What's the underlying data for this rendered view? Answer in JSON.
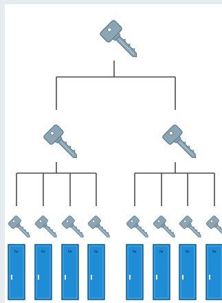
{
  "diagram": {
    "type": "master-key-hierarchy",
    "levels": [
      {
        "level": "grand-master",
        "count": 1
      },
      {
        "level": "master",
        "count": 2
      },
      {
        "level": "individual",
        "count": 8
      }
    ],
    "door_labels": [
      "Nr",
      "Nr",
      "Nr",
      "Nr",
      "Nr",
      "Nr",
      "Nr",
      "Nr"
    ],
    "colors": {
      "key_fill": "#8aa6b5",
      "key_stroke": "#5a7888",
      "line": "#4a4a4a",
      "door_fill": "#1f8dd6",
      "door_stroke": "#0b5f99",
      "background": "#e6ebef"
    },
    "icons": {
      "key": "key-icon",
      "door": "door-icon"
    }
  }
}
